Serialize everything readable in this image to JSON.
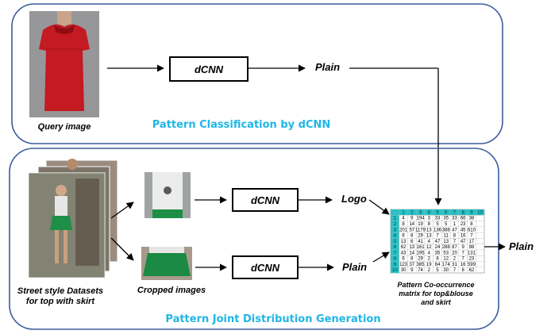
{
  "top_panel": {
    "section_title": "Pattern Classification by dCNN",
    "query_label": "Query image",
    "dcnn_label": "dCNN",
    "output_label": "Plain"
  },
  "bottom_panel": {
    "section_title": "Pattern Joint Distribution Generation",
    "dataset_label_line1": "Street style Datasets",
    "dataset_label_line2": "for top with skirt",
    "cropped_label": "Cropped images",
    "dcnn_top_label": "dCNN",
    "dcnn_bottom_label": "dCNN",
    "top_output_label": "Logo",
    "bottom_output_label": "Plain",
    "matrix_caption_line1": "Pattern Co-occurrence",
    "matrix_caption_line2": "matrix for top&blouse",
    "matrix_caption_line3": "and skirt",
    "final_output_label": "Plain"
  },
  "matrix": {
    "header": [
      "1",
      "2",
      "3",
      "4",
      "5",
      "6",
      "7",
      "8",
      "9",
      "10"
    ],
    "rows": [
      [
        "4",
        "9",
        "194",
        "3",
        "33",
        "35",
        "33",
        "66",
        "38"
      ],
      [
        "8",
        "14",
        "19",
        "8",
        "5",
        "5",
        "1",
        "23",
        "8"
      ],
      [
        "201",
        "57",
        "1179",
        "13",
        "136",
        "388",
        "47",
        "45",
        "610"
      ],
      [
        "6",
        "8",
        "29",
        "13",
        "7",
        "11",
        "8",
        "16",
        "7"
      ],
      [
        "13",
        "6",
        "41",
        "4",
        "47",
        "13",
        "7",
        "47",
        "17"
      ],
      [
        "62",
        "13",
        "161",
        "12",
        "24",
        "288",
        "87",
        "9",
        "98"
      ],
      [
        "43",
        "14",
        "195",
        "4",
        "35",
        "53",
        "20",
        "7",
        "131"
      ],
      [
        "6",
        "8",
        "29",
        "2",
        "8",
        "12",
        "2",
        "7",
        "23"
      ],
      [
        "123",
        "37",
        "385",
        "19",
        "64",
        "174",
        "31",
        "16",
        "599"
      ],
      [
        "30",
        "9",
        "74",
        "2",
        "5",
        "30",
        "7",
        "6",
        "62"
      ]
    ]
  },
  "colors": {
    "panel_border": "#3a5d9b",
    "section_title": "#1fb6e6",
    "matrix_header": "#27c2c6",
    "query_shirt": "#c41a22"
  }
}
